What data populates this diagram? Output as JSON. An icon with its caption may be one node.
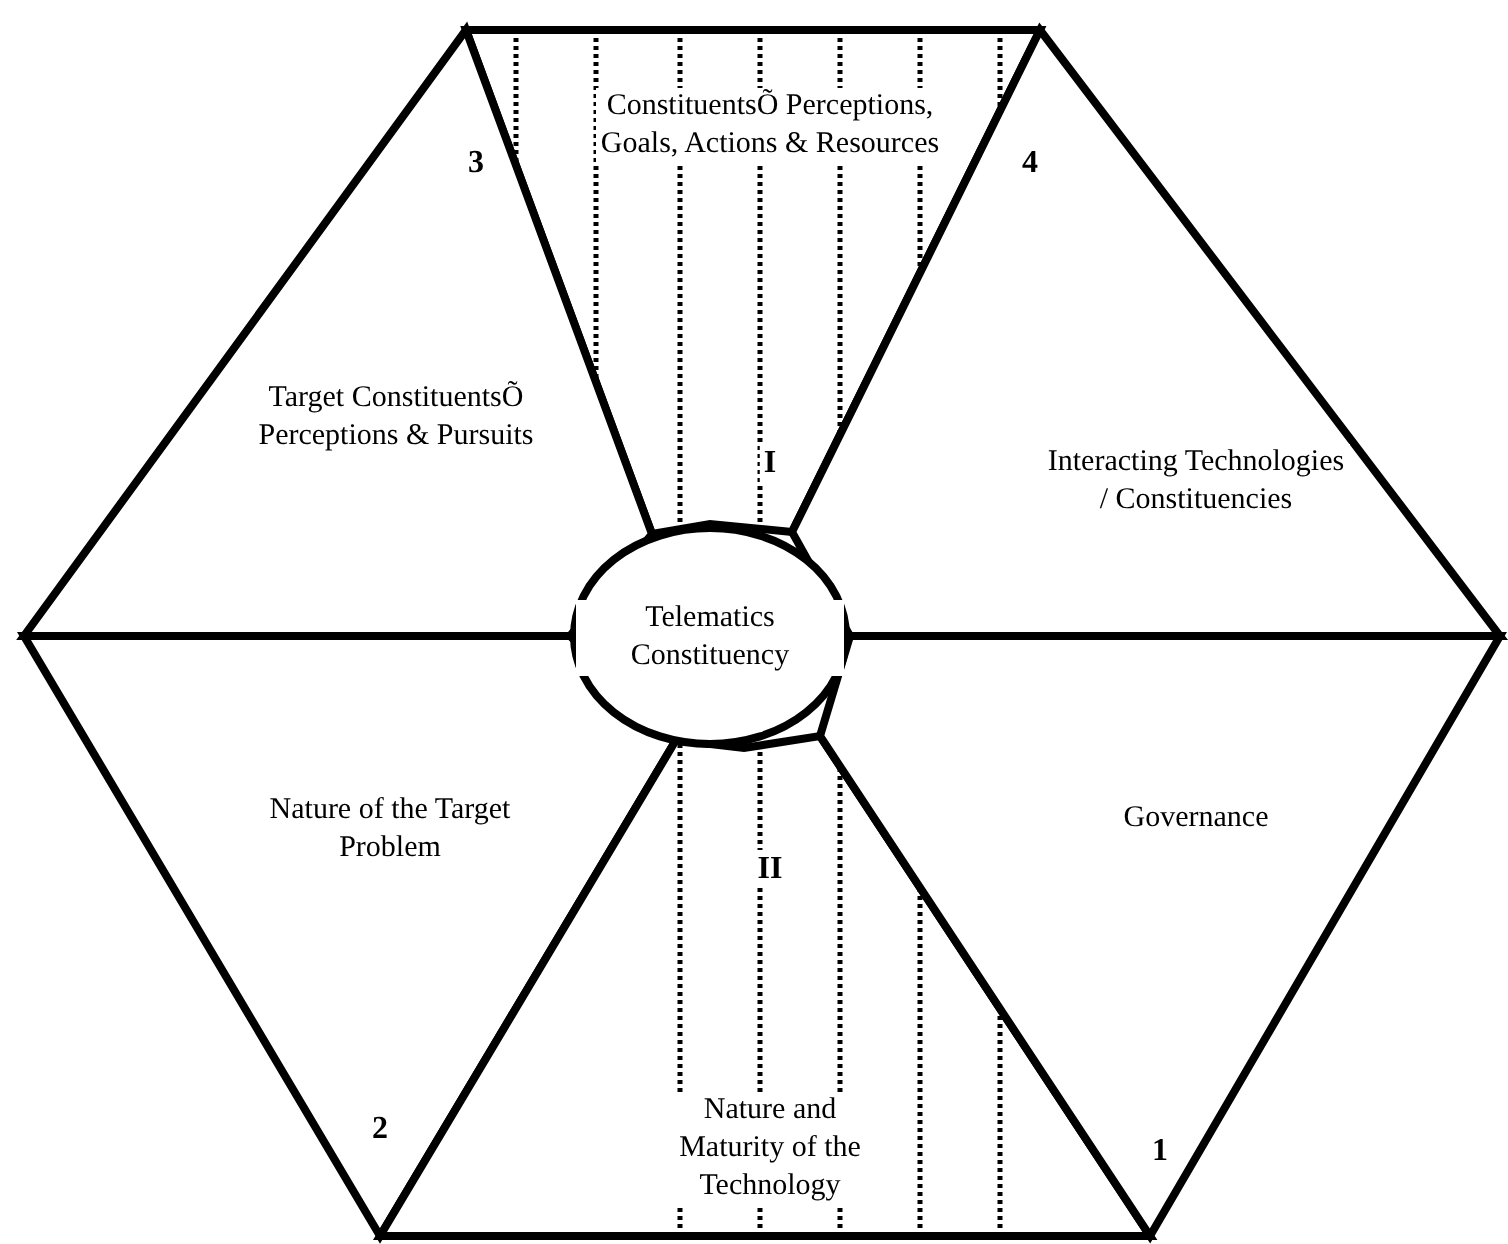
{
  "diagram": {
    "nodes": [
      {
        "text": [
          "Telematics Constituency"
        ]
      },
      {
        "text": [
          "ConstituentsÕ Perceptions, Goals, Actions & Resources",
          "I"
        ]
      },
      {
        "text": [
          "3",
          "Target ConstituentsÕ Perceptions & Pursuits"
        ]
      },
      {
        "text": [
          "4",
          "Interacting Technologies / Constituencies"
        ]
      },
      {
        "text": [
          "Nature of the Target Problem",
          "2"
        ]
      },
      {
        "text": [
          "II",
          "Nature and Maturity of the Technology"
        ]
      },
      {
        "text": [
          "Governance",
          "1"
        ]
      }
    ]
  }
}
